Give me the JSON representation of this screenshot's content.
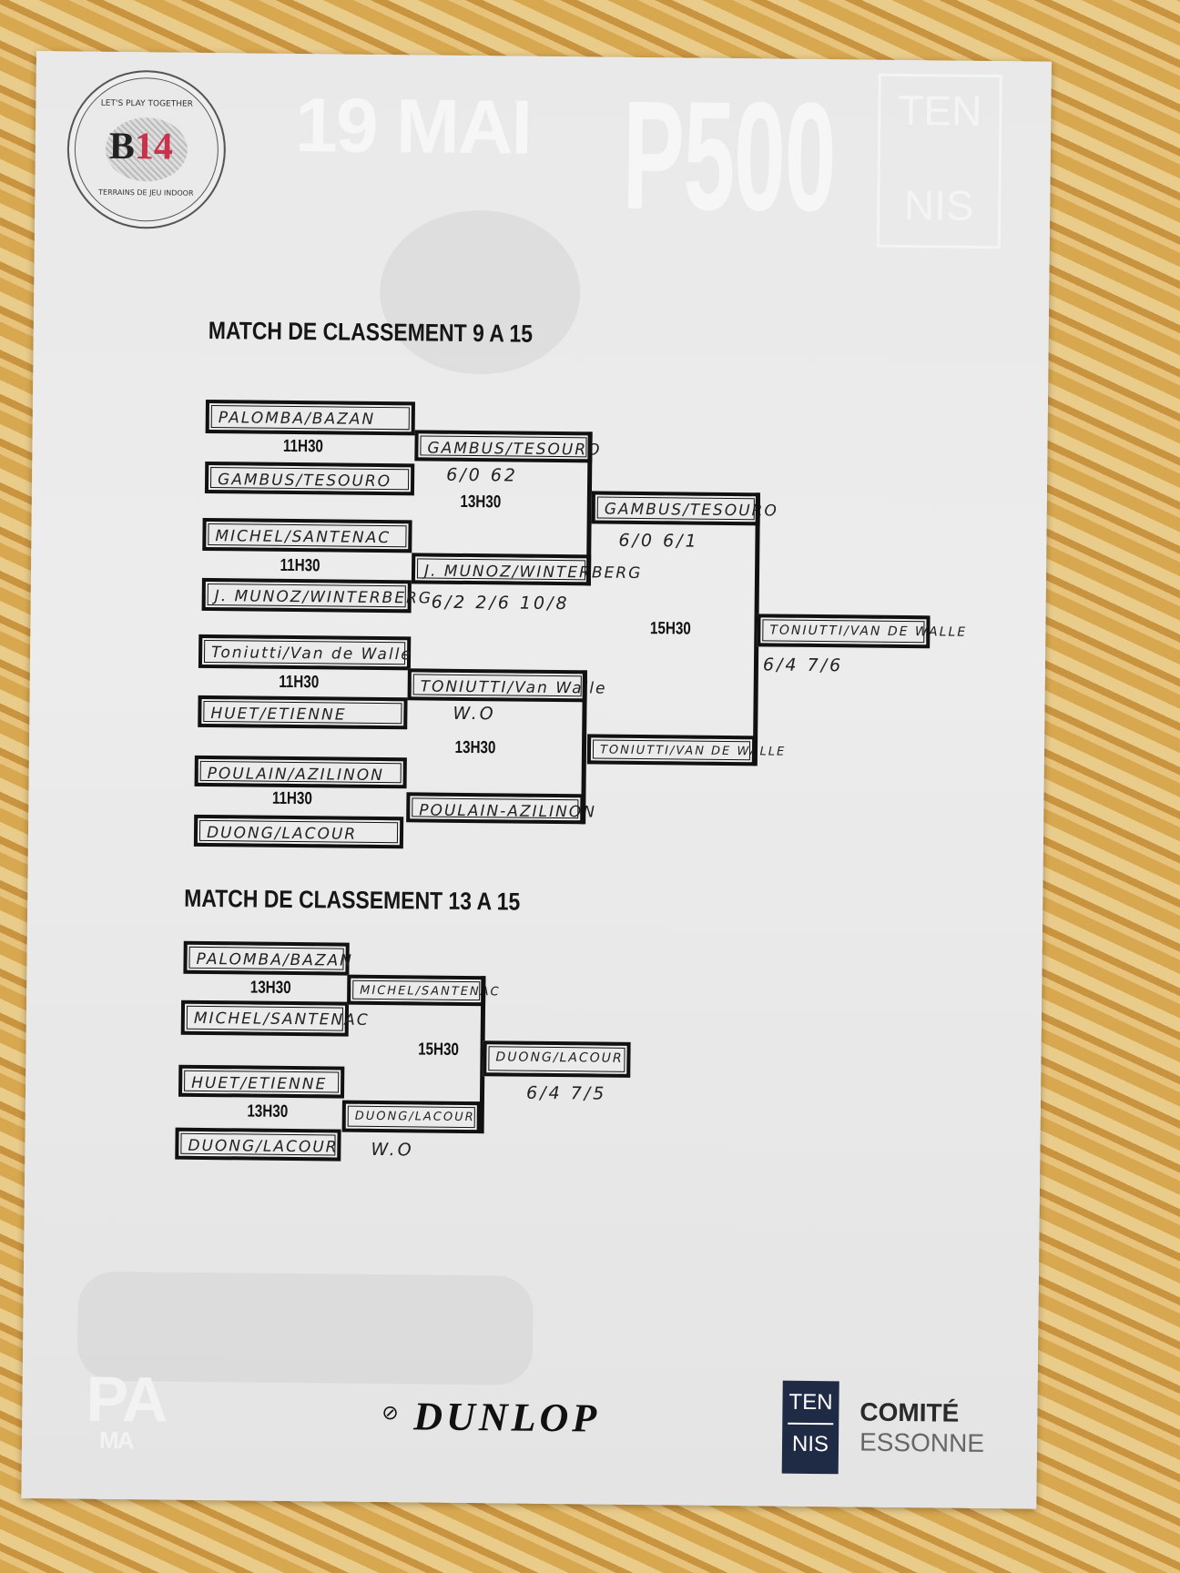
{
  "header": {
    "logo": {
      "top": "LET'S PLAY TOGETHER",
      "mark_b": "B",
      "mark_num": "14",
      "bottom": "TERRAINS DE JEU INDOOR"
    },
    "date": "19 MAI",
    "event": "P500",
    "tennis_logo": {
      "top": "TEN",
      "bottom": "NIS"
    }
  },
  "bracket1": {
    "title": "MATCH DE CLASSEMENT 9 A 15",
    "round1": [
      {
        "team_a": "PALOMBA/BAZAN",
        "time": "11H30",
        "team_b": "GAMBUS/TESOURO"
      },
      {
        "team_a": "MICHEL/SANTENAC",
        "time": "11H30",
        "team_b": "J. MUNOZ/WINTERBERG"
      },
      {
        "team_a": "Toniutti/Van de Walle",
        "time": "11H30",
        "team_b": "HUET/ETIENNE"
      },
      {
        "team_a": "POULAIN/AZILINON",
        "time": "11H30",
        "team_b": "DUONG/LACOUR"
      }
    ],
    "round2": [
      {
        "winner": "GAMBUS/TESOURO",
        "score": "6/0 62"
      },
      {
        "winner": "J. MUNOZ/WINTERBERG",
        "score": "6/2 2/6 10/8"
      },
      {
        "winner": "TONIUTTI/Van Walle",
        "score": "W.O"
      },
      {
        "winner": "POULAIN-AZILINON",
        "score": ""
      }
    ],
    "round2_times": [
      "13H30",
      "13H30"
    ],
    "round3": [
      {
        "winner": "GAMBUS/TESOURO",
        "score": "6/0 6/1"
      },
      {
        "winner": "TONIUTTI/VAN DE WALLE",
        "score": ""
      }
    ],
    "final_time": "15H30",
    "final": {
      "winner": "TONIUTTI/VAN DE WALLE",
      "score": "6/4   7/6"
    }
  },
  "bracket2": {
    "title": "MATCH DE CLASSEMENT 13 A 15",
    "round1": [
      {
        "team_a": "PALOMBA/BAZAN",
        "time": "13H30",
        "team_b": "MICHEL/SANTENAC"
      },
      {
        "team_a": "HUET/ETIENNE",
        "time": "13H30",
        "team_b": "DUONG/LACOUR"
      }
    ],
    "round2": [
      {
        "winner": "MICHEL/SANTENAC",
        "score": ""
      },
      {
        "winner": "DUONG/LACOUR",
        "score": "W.O"
      }
    ],
    "final_time": "15H30",
    "final": {
      "winner": "DUONG/LACOUR",
      "score": "6/4 7/5"
    }
  },
  "footer": {
    "padel_partial": "PA",
    "padel_sub_partial": "MA",
    "dunlop": "DUNLOP",
    "tennis_logo": {
      "top": "TEN",
      "bottom": "NIS"
    },
    "comite": "COMITÉ",
    "essonne": "ESSONNE"
  },
  "colors": {
    "logo_red": "#c8324a",
    "tennis_navy": "#1f2a44",
    "cork": "#d8a850"
  }
}
